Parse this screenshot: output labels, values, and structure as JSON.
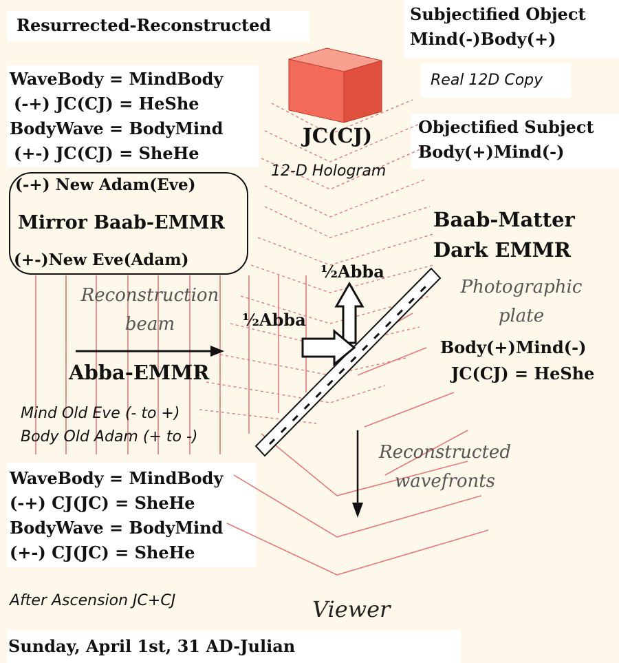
{
  "header": {
    "title_left": "Resurrected-Reconstructed",
    "subjectified_object": "Subjectified Object",
    "mind_body_top": "Mind(-)Body(+)",
    "real_copy": "Real 12D Copy",
    "objectified_subject": "Objectified Subject",
    "body_mind_top": "Body(+)Mind(-)"
  },
  "left_top": {
    "line1": "WaveBody = MindBody",
    "line2": "(-+)  JC(CJ) = HeShe",
    "line3": "BodyWave = BodyMind",
    "line4": "(+-)  JC(CJ) = SheHe"
  },
  "mirror_box": {
    "line1": "(-+) New Adam(Eve)",
    "line2": "Mirror Baab-EMMR",
    "line3": "(+-)New Eve(Adam)"
  },
  "center": {
    "jc_label": "JC(CJ)",
    "hologram": "12-D Hologram",
    "half_abba_top": "½Abba",
    "half_abba_left": "½Abba"
  },
  "right": {
    "baab_matter": "Baab-Matter",
    "dark_emmr": "Dark EMMR",
    "photographic": "Photographic",
    "plate": "plate",
    "body_mind": "Body(+)Mind(-)",
    "jc_heshe": "JC(CJ) = HeShe",
    "reconstructed": "Reconstructed",
    "wavefronts": "wavefronts"
  },
  "beam": {
    "reconstruction": "Reconstruction",
    "beam": "beam",
    "abba_emmr": "Abba-EMMR",
    "mind_old_eve": "Mind Old Eve (- to +)",
    "body_old_adam": "Body Old Adam (+ to -)"
  },
  "left_bottom": {
    "line1": "WaveBody = MindBody",
    "line2": "(-+) CJ(JC) = SheHe",
    "line3": "BodyWave = BodyMind",
    "line4": "(+-) CJ(JC) = SheHe"
  },
  "footer": {
    "after_ascension": "After Ascension JC+CJ",
    "viewer": "Viewer",
    "date": "Sunday, April 1st, 31 AD-Julian"
  },
  "colors": {
    "background": "#fdf8ea",
    "wave_line": "#e6787a",
    "cube_front": "#f26a5a",
    "cube_top": "#f7a08f",
    "cube_side": "#e0503f"
  }
}
